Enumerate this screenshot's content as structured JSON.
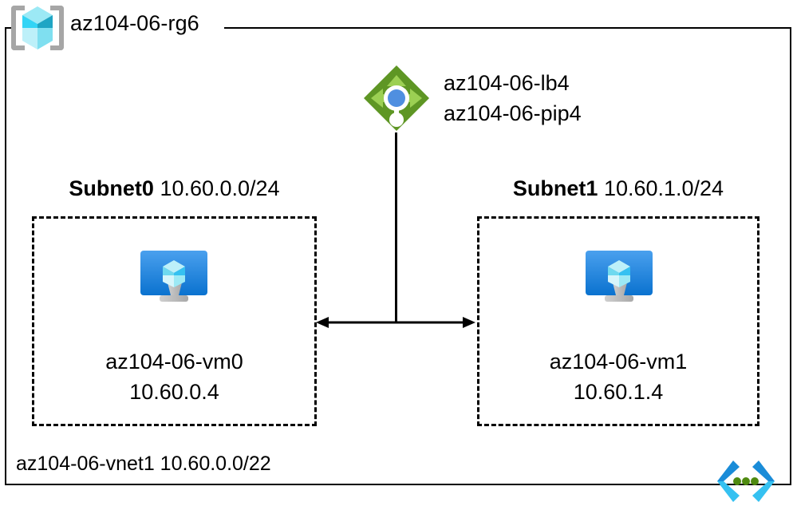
{
  "diagram": {
    "resource_group": {
      "label": "az104-06-rg6",
      "icon": "resource-group-cube-icon"
    },
    "load_balancer": {
      "name": "az104-06-lb4",
      "public_ip": "az104-06-pip4",
      "icon": "load-balancer-icon"
    },
    "subnets": [
      {
        "name": "Subnet0",
        "cidr": "10.60.0.0/24",
        "vm": {
          "name": "az104-06-vm0",
          "ip": "10.60.0.4",
          "icon": "virtual-machine-icon"
        }
      },
      {
        "name": "Subnet1",
        "cidr": "10.60.1.0/24",
        "vm": {
          "name": "az104-06-vm1",
          "ip": "10.60.1.4",
          "icon": "virtual-machine-icon"
        }
      }
    ],
    "vnet": {
      "label": "az104-06-vnet1 10.60.0.0/22",
      "icon": "virtual-network-icon"
    },
    "colors": {
      "line": "#000000",
      "bracket_gray": "#a6a6a6",
      "cube_cyan_light": "#9ce9f5",
      "cube_cyan": "#32d4f5",
      "cube_teal": "#1fa5c4",
      "lb_green": "#5e9624",
      "lb_arrow_green": "#86c232",
      "lb_dot_blue": "#4f8fe0",
      "vm_blue_top": "#3c91e6",
      "vm_blue_bottom": "#0a7bd5",
      "vm_stand_gray": "#b3b3b3",
      "vnet_blue": "#1a8cd8",
      "vnet_cyan": "#35c1f1",
      "vnet_dot_green": "#4f8a10"
    }
  }
}
